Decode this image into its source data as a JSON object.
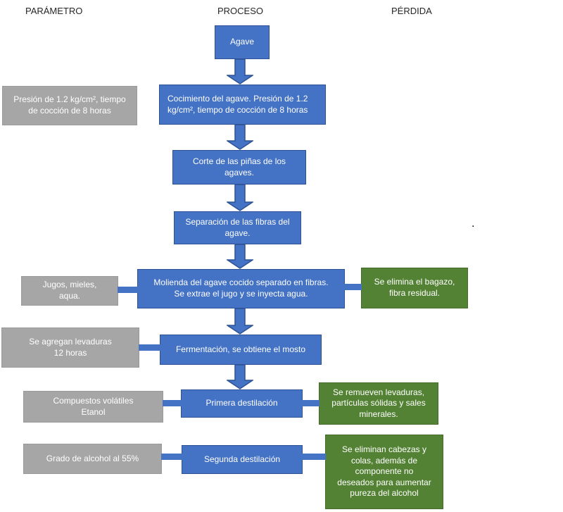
{
  "column_headers": {
    "parametro": "PARÁMETRO",
    "proceso": "PROCESO",
    "perdida": "PÉRDIDA"
  },
  "process_nodes": {
    "agave": "Agave",
    "cocimiento": "Cocimiento del agave. Presión de 1.2\nkg/cm², tiempo de cocción de 8 horas",
    "corte": "Corte de las piñas de los\nagaves.",
    "separacion": "Separación de las fibras del\nagave.",
    "molienda": "Molienda del agave cocido separado en fibras.\nSe extrae el jugo y se inyecta agua.",
    "fermentacion": "Fermentación, se obtiene el mosto",
    "primera_destilacion": "Primera destilación",
    "segunda_destilacion": "Segunda destilación"
  },
  "parameter_nodes": {
    "coccion": "Presión de 1.2 kg/cm², tiempo\nde cocción de 8 horas",
    "jugos": "Jugos, mieles,\naqua.",
    "levaduras": "Se agregan levaduras\n12 horas",
    "compuestos": "Compuestos volátiles\nEtanol",
    "grado_alcohol": "Grado de alcohol al 55%"
  },
  "loss_nodes": {
    "bagazo": "Se elimina el bagazo,\nfibra residual.",
    "levaduras_sales": "Se remueven levaduras,\npartículas sólidas y sales\nminerales.",
    "cabezas_colas": "Se eliminan cabezas y\ncolas, además de\ncomponente no\ndeseados para aumentar\npureza del alcohol"
  },
  "stray_mark": ".",
  "colors": {
    "process_fill": "#4472C4",
    "process_border": "#2D5394",
    "parameter_fill": "#A6A6A6",
    "loss_fill": "#548235",
    "loss_border": "#466C2C",
    "connector": "#4472C4",
    "box_text": "#FFFFFF",
    "header_text": "#262626"
  }
}
